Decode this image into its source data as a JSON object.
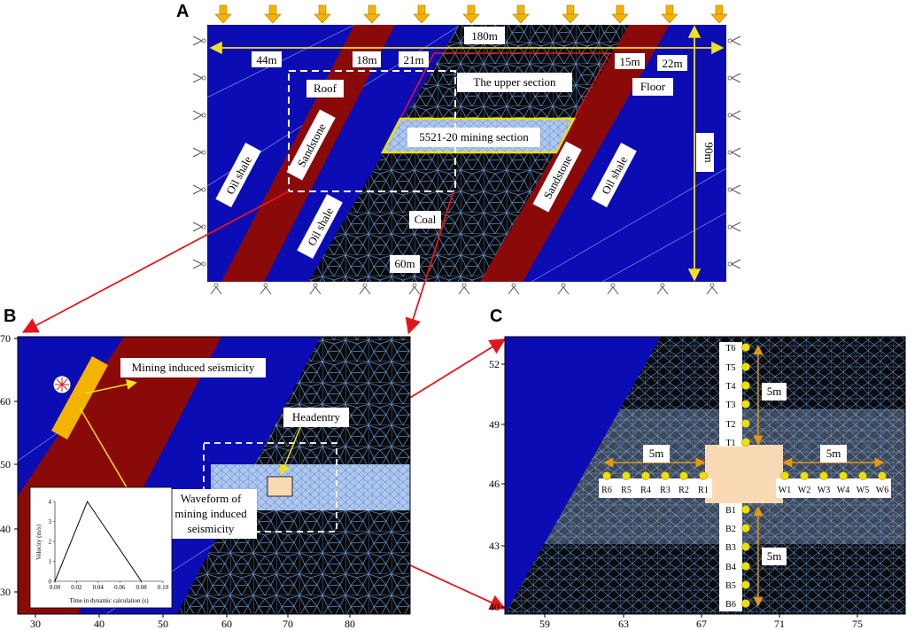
{
  "colors": {
    "shale": "#0c0cb4",
    "sandstone": "#8a0a0a",
    "coal": "#0a0a0a",
    "mesh": "#5c8fd0",
    "mining": "#aec8f0",
    "roadway": "#f9d9b4",
    "arrow": "#e5161b",
    "dim": "#f2e21a",
    "highlight": "#f0e000",
    "load": "#f4b300"
  },
  "panel_a": {
    "letter": "A",
    "dims": {
      "top_width": "180m",
      "left_offset": "44m",
      "sandstone_left": "18m",
      "gap_left": "21m",
      "sandstone_right": "15m",
      "right_offset": "22m",
      "height": "90m",
      "bottom_width": "60m"
    },
    "labels": {
      "roof": "Roof",
      "floor": "Floor",
      "upper_section": "The upper section",
      "mining_section": "5521-20 mining section",
      "sandstone": "Sandstone",
      "oil_shale": "Oil shale",
      "coal": "Coal"
    }
  },
  "panel_b": {
    "letter": "B",
    "y_ticks": [
      "30",
      "40",
      "50",
      "60",
      "70"
    ],
    "x_ticks": [
      "30",
      "40",
      "50",
      "60",
      "70",
      "80"
    ],
    "labels": {
      "seismicity": "Mining induced seismicity",
      "headentry": "Headentry",
      "waveform_line1": "Waveform of",
      "waveform_line2": "mining induced",
      "waveform_line3": "seismicity"
    },
    "inset": {
      "ylabel": "Velocity (m/s)",
      "xlabel": "Time in dynamic calculation (s)",
      "y_ticks": [
        "0",
        "1",
        "2",
        "3",
        "4"
      ],
      "x_ticks": [
        "0.00",
        "0.02",
        "0.04",
        "0.06",
        "0.08",
        "0.10"
      ],
      "chart_data": {
        "type": "line",
        "x": [
          0.0,
          0.03,
          0.08
        ],
        "y": [
          0,
          4,
          0
        ],
        "xlabel": "Time in dynamic calculation (s)",
        "ylabel": "Velocity (m/s)",
        "xlim": [
          0,
          0.1
        ],
        "ylim": [
          0,
          4
        ]
      }
    }
  },
  "panel_c": {
    "letter": "C",
    "y_ticks": [
      "40",
      "43",
      "46",
      "49",
      "52"
    ],
    "x_ticks": [
      "59",
      "63",
      "67",
      "71",
      "75"
    ],
    "spacing": "5m",
    "points_top": [
      "T6",
      "T5",
      "T4",
      "T3",
      "T2",
      "T1"
    ],
    "points_bottom": [
      "B1",
      "B2",
      "B3",
      "B4",
      "B5",
      "B6"
    ],
    "points_left": [
      "R6",
      "R5",
      "R4",
      "R3",
      "R2",
      "R1"
    ],
    "points_right": [
      "W1",
      "W2",
      "W3",
      "W4",
      "W5",
      "W6"
    ]
  }
}
